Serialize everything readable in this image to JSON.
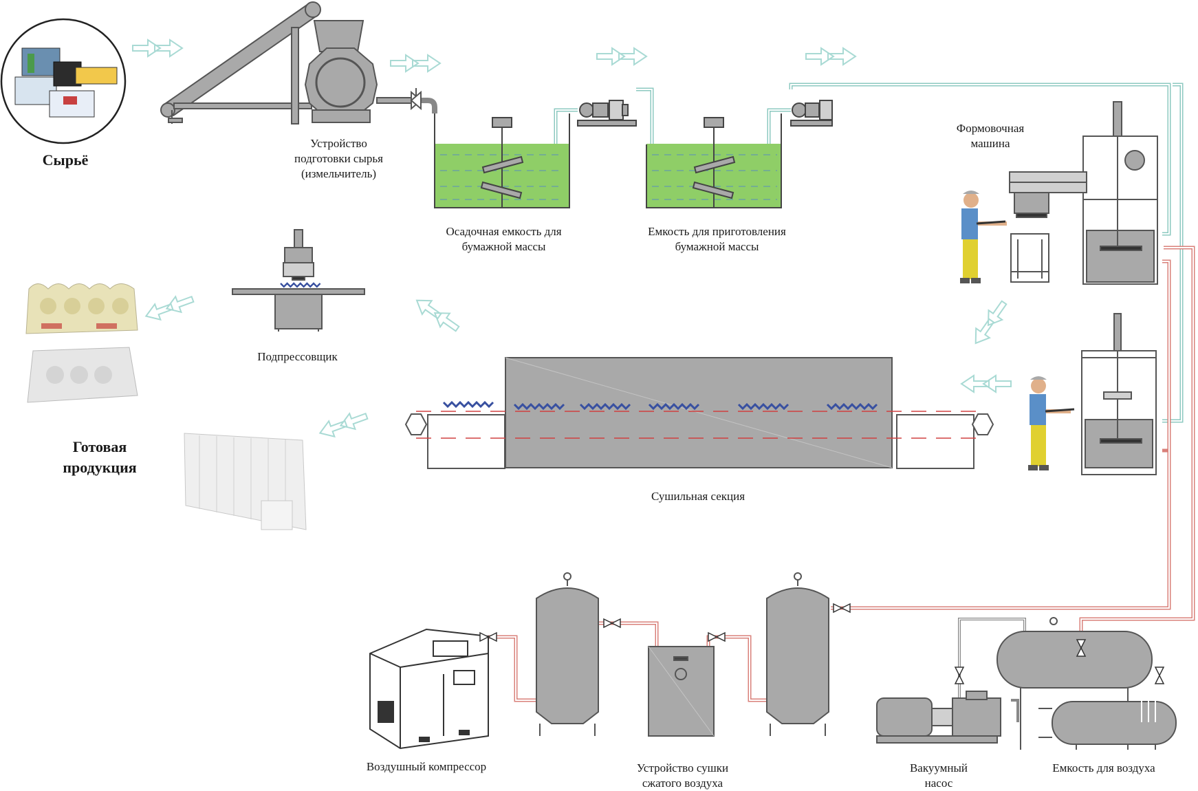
{
  "labels": {
    "raw_material": "Сырьё",
    "shredder": [
      "Устройство",
      "подготовки сырья",
      "(измельчитель)"
    ],
    "settling_tank": [
      "Осадочная емкость для",
      "бумажной массы"
    ],
    "pulp_tank": [
      "Емкость для приготовления",
      "бумажной массы"
    ],
    "forming_machine": [
      "Формовочная",
      "машина"
    ],
    "hot_press": "Подпрессовщик",
    "dryer": "Сушильная секция",
    "finished_goods": [
      "Готовая",
      "продукция"
    ],
    "air_compressor": "Воздушный компрессор",
    "air_dryer": [
      "Устройство сушки",
      "сжатого воздуха"
    ],
    "vacuum_pump": [
      "Вакуумный",
      "насос"
    ],
    "air_tank": "Емкость для воздуха"
  },
  "colors": {
    "machine_gray": "#a9a9a9",
    "outline": "#555555",
    "pulp_green": "#8fce67",
    "water_pipe": "#8cc9c0",
    "air_pipe": "#d9807a",
    "flow_arrow": "#a9dad4"
  }
}
